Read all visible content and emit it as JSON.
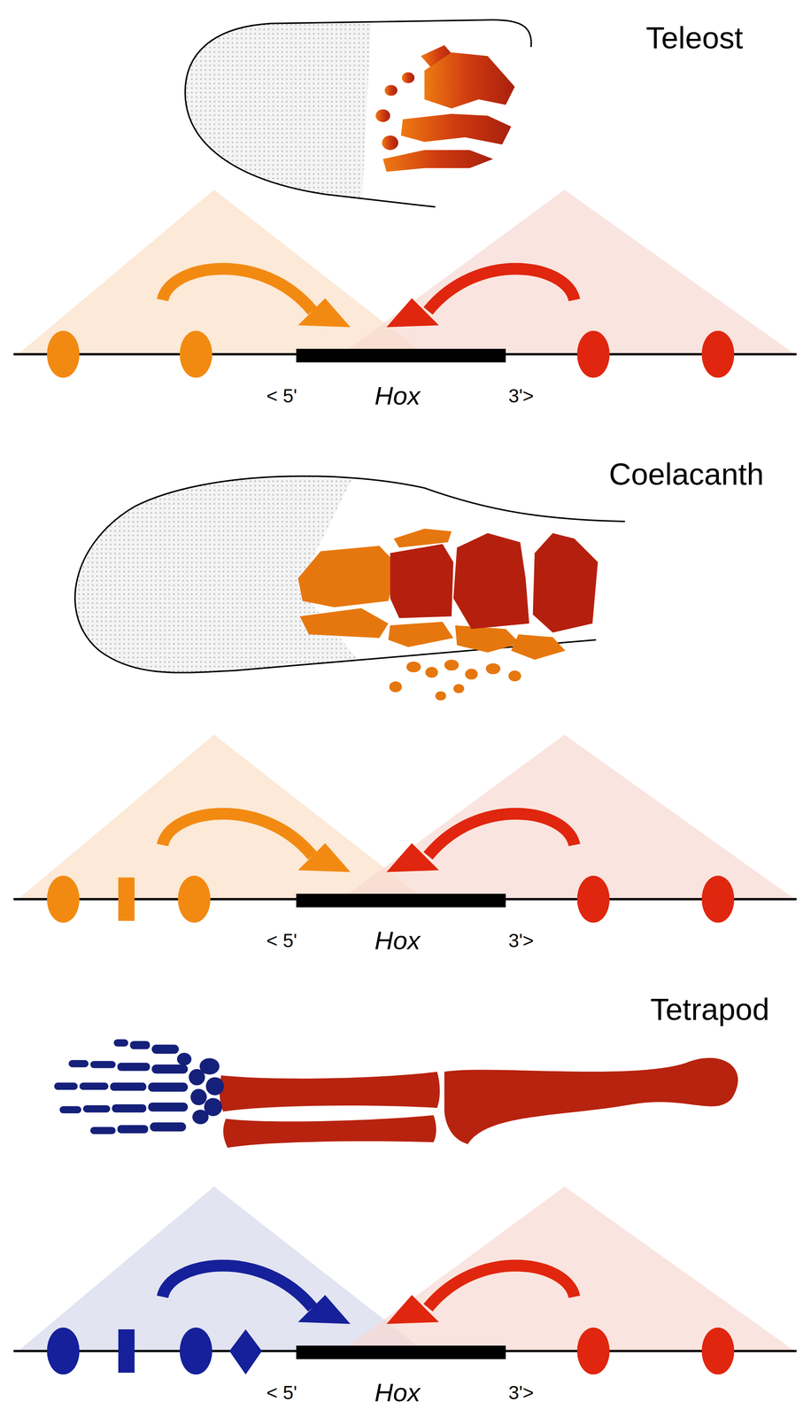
{
  "diagram": {
    "labels": [
      "Teleost",
      "< 5'",
      "Hox",
      "3'>",
      "Coelacanth",
      "< 5'",
      "Hox",
      "3'>",
      "Tetrapod",
      "< 5'",
      "Hox",
      "3'>"
    ]
  }
}
